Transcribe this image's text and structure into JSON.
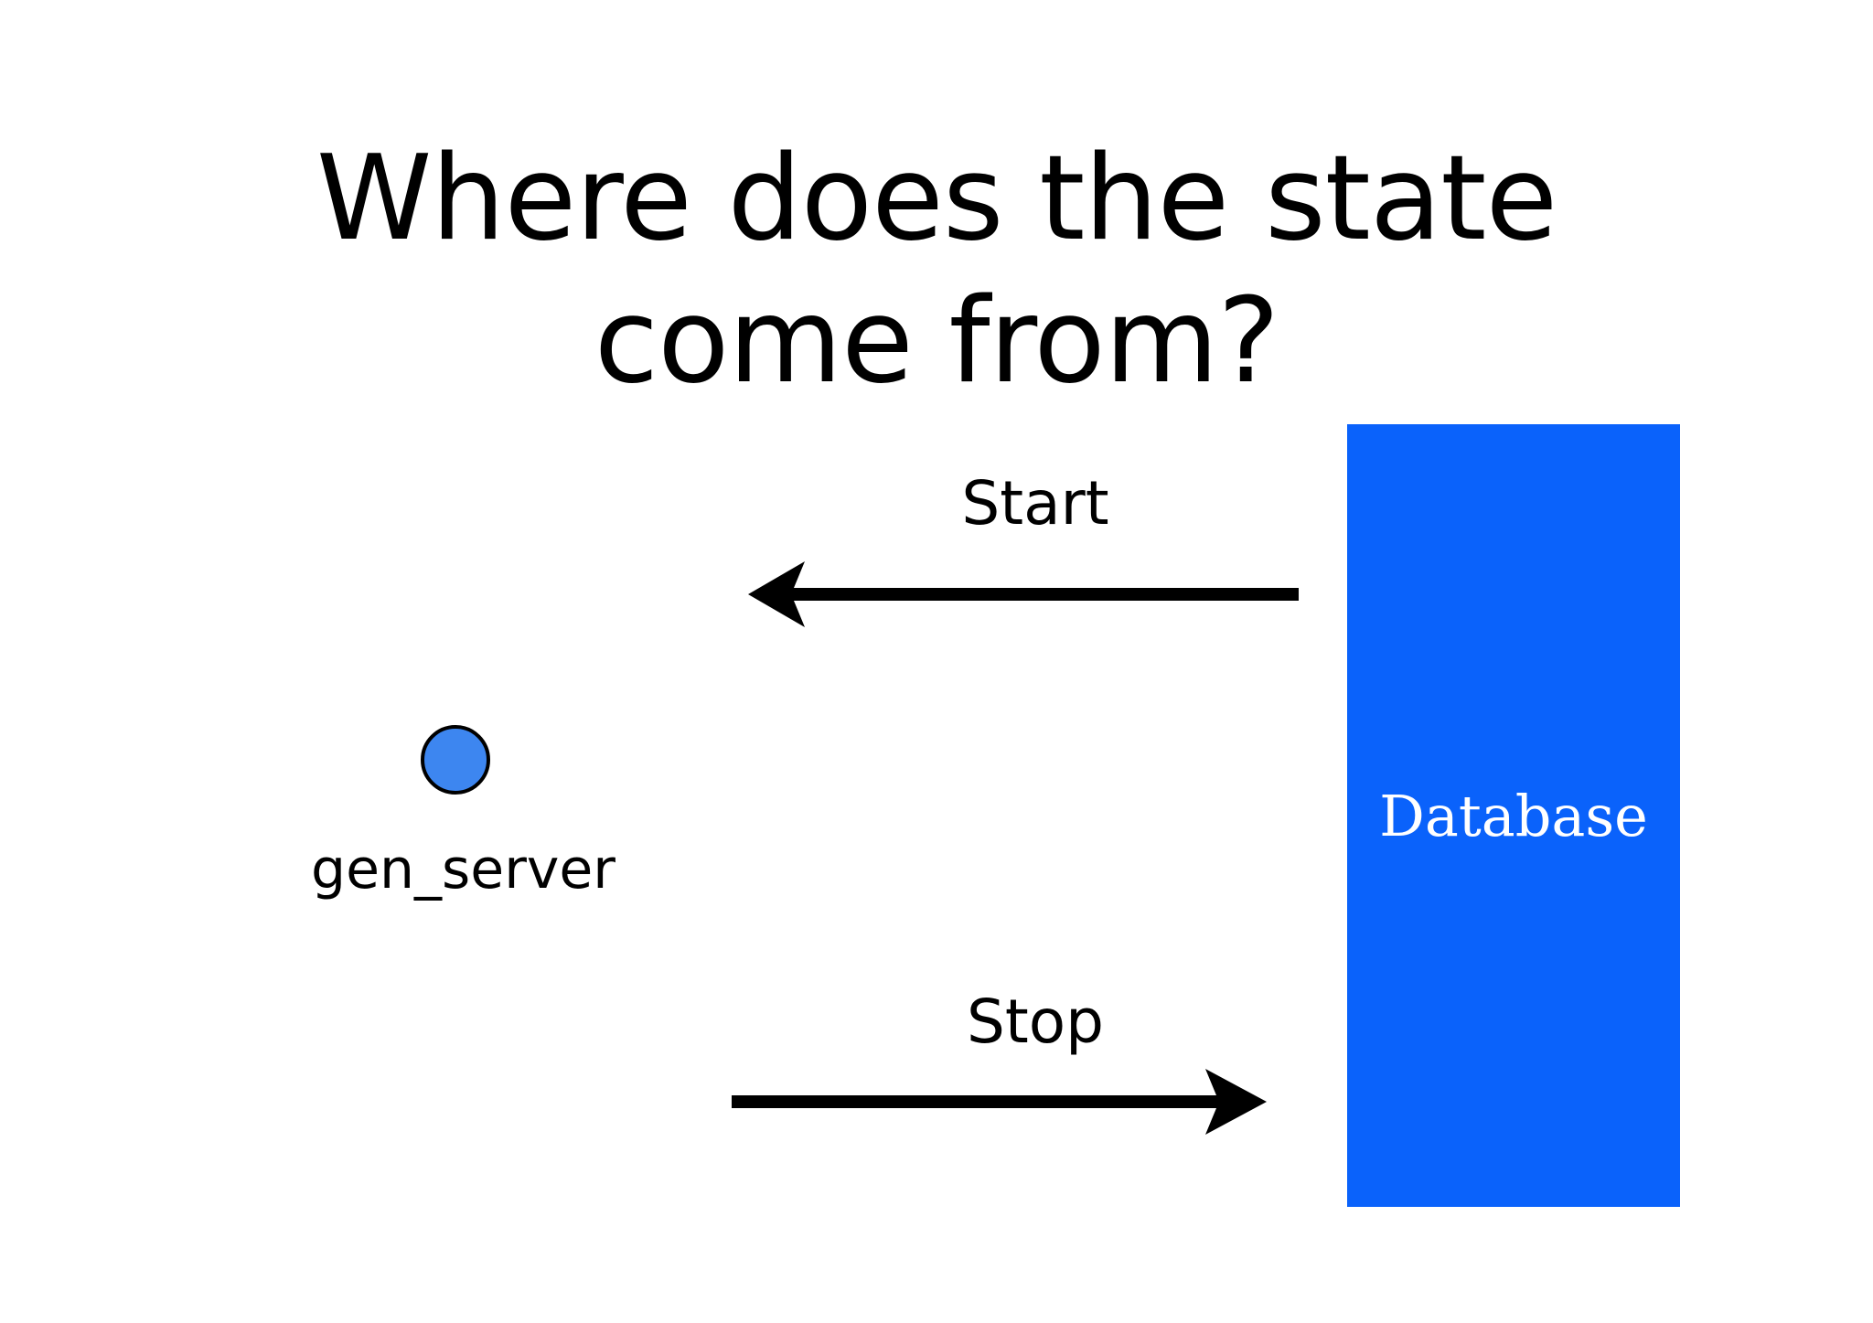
{
  "slide": {
    "background_color": "#ffffff",
    "title": {
      "lines": [
        "Where does the state",
        "come from?"
      ],
      "color": "#000000"
    },
    "nodes": {
      "gen_server": {
        "label": "gen_server",
        "shape": "circle",
        "fill_color": "#3d86f0",
        "border_color": "#000000"
      },
      "database": {
        "label": "Database",
        "shape": "rectangle",
        "fill_color": "#0a62fb",
        "text_color": "#ffffff"
      }
    },
    "arrows": [
      {
        "label": "Start",
        "direction": "left",
        "from": "Database",
        "to": "gen_server",
        "color": "#000000"
      },
      {
        "label": "Stop",
        "direction": "right",
        "from": "gen_server",
        "to": "Database",
        "color": "#000000"
      }
    ]
  }
}
